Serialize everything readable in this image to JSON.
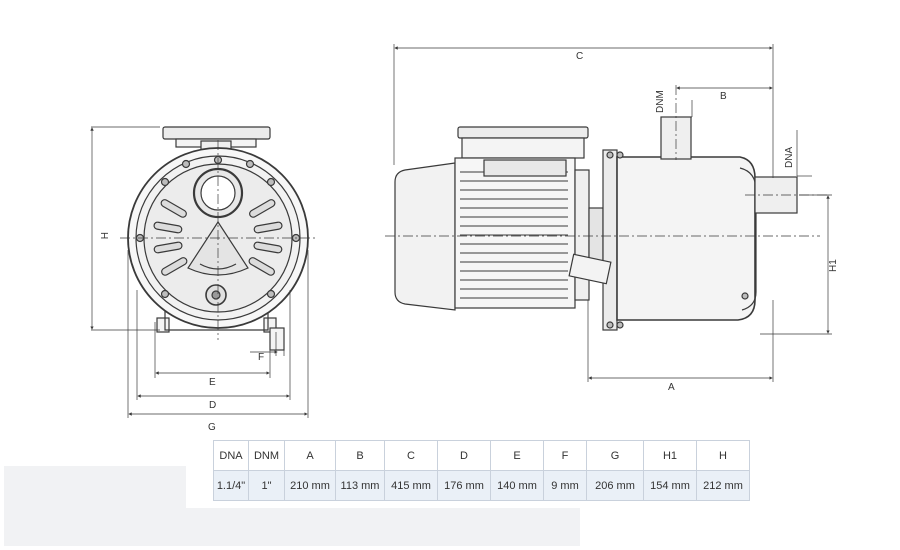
{
  "dimension_labels": {
    "H": "H",
    "F": "F",
    "E": "E",
    "D": "D",
    "G": "G",
    "C": "C",
    "B": "B",
    "DNM": "DNM",
    "DNA": "DNA",
    "H1": "H1",
    "A": "A"
  },
  "spec_table": {
    "headers": [
      "DNA",
      "DNM",
      "A",
      "B",
      "C",
      "D",
      "E",
      "F",
      "G",
      "H1",
      "H"
    ],
    "values": [
      "1.1/4\"",
      "1\"",
      "210 mm",
      "113 mm",
      "415 mm",
      "176 mm",
      "140 mm",
      "9 mm",
      "206 mm",
      "154 mm",
      "212 mm"
    ]
  },
  "colors": {
    "line": "#3a3a3a",
    "table_border": "#c9d1dc",
    "table_value_bg": "#eaf0f7",
    "band_bg": "#f1f2f4"
  }
}
